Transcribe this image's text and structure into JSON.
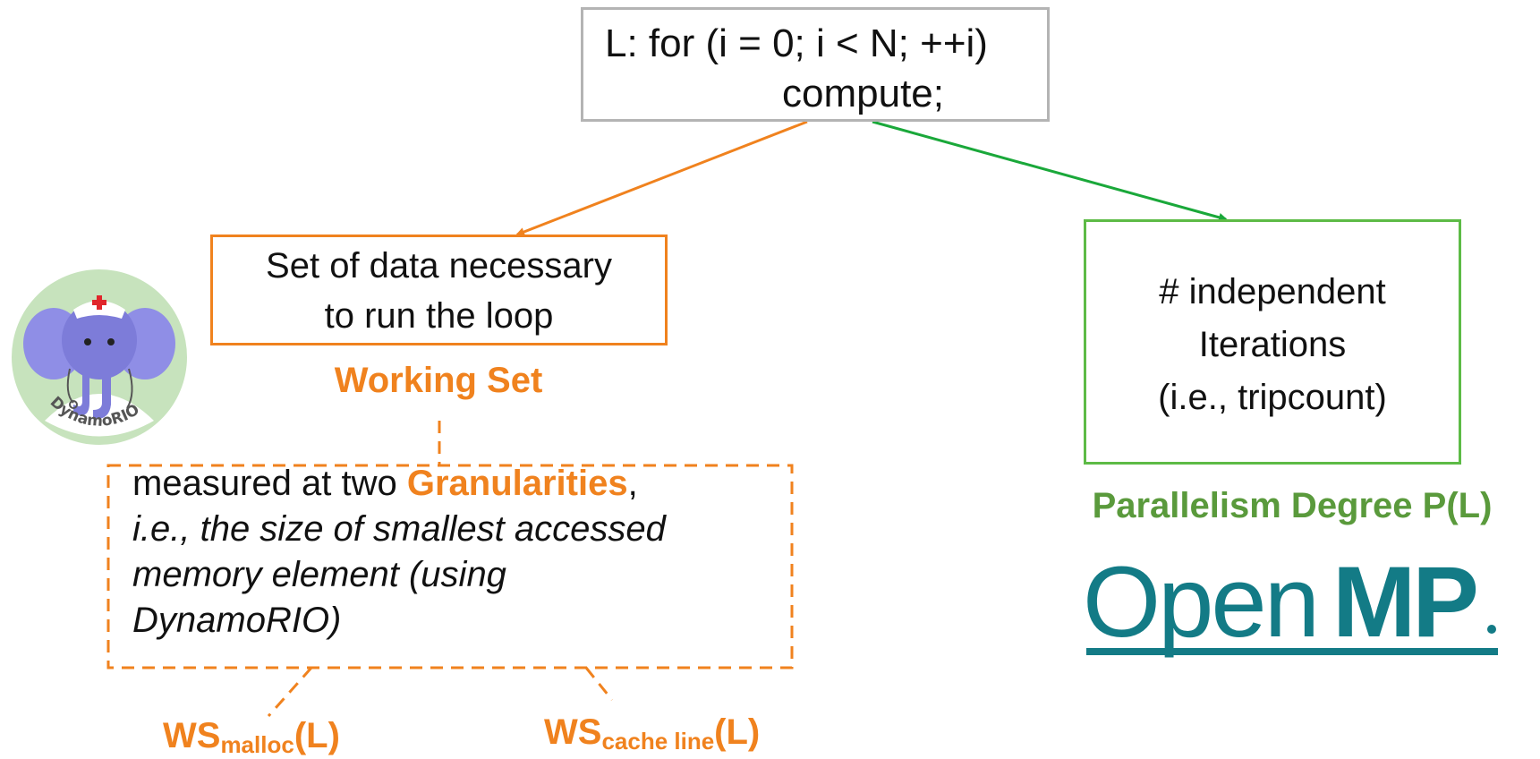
{
  "loop": {
    "line1": "L: for (i = 0; i < N; ++i)",
    "line2": "compute;"
  },
  "working_set": {
    "box_line1": "Set of data necessary",
    "box_line2": "to run the loop",
    "title": "Working Set"
  },
  "granularity": {
    "lead": "measured at two ",
    "keyword": "Granularities",
    "comma": ",",
    "italic_line1": "i.e., the size of smallest accessed",
    "italic_line2": "memory element (using",
    "italic_line3": "DynamoRIO)"
  },
  "ws_malloc": {
    "base": "WS",
    "sub": "malloc",
    "tail": "(L)"
  },
  "ws_cache": {
    "base": "WS",
    "sub": "cache line",
    "tail": "(L)"
  },
  "parallelism": {
    "box_line1": "# independent",
    "box_line2": "Iterations",
    "box_line3": "(i.e., tripcount)",
    "title": "Parallelism Degree P(L)"
  },
  "logos": {
    "dynamorio_text": "DynamoRIO",
    "openmp_open": "Open",
    "openmp_mp": "MP"
  },
  "colors": {
    "orange": "#f0821e",
    "green_arrow": "#1aa83a",
    "green_box": "#5dbb46",
    "green_text": "#5a9a3c",
    "openmp_teal": "#137b86",
    "gray_box": "#b4b4b4"
  }
}
